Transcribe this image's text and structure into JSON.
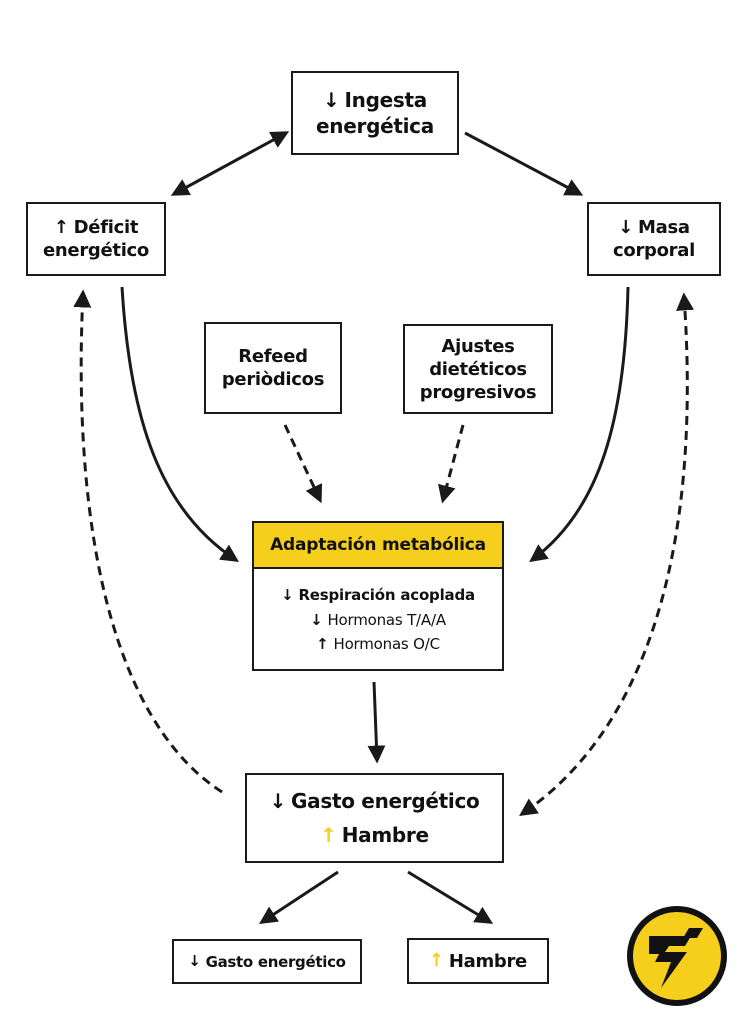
{
  "colors": {
    "accent": "#F6CE1C",
    "ink": "#1a1a1a",
    "up_arrow_yellow": "#F6CE1C"
  },
  "arrows": {
    "down": "↓",
    "up": "↑"
  },
  "nodes": {
    "ingesta": {
      "line1": "Ingesta",
      "line2": "energética",
      "direction": "down"
    },
    "deficit": {
      "line1": "Déficit",
      "line2": "energético",
      "direction": "up"
    },
    "masa": {
      "line1": "Masa",
      "line2": "corporal",
      "direction": "down"
    },
    "refeed": {
      "line1": "Refeed",
      "line2": "periòdicos"
    },
    "ajustes": {
      "line1": "Ajustes",
      "line2": "dietéticos",
      "line3": "progresivos"
    },
    "adaptacion": {
      "title": "Adaptación metabólica",
      "items": [
        {
          "direction": "down",
          "label": "Respiración acoplada"
        },
        {
          "direction": "down",
          "label": "Hormonas T/A/A"
        },
        {
          "direction": "up",
          "label": "Hormonas O/C"
        }
      ]
    },
    "gasto_hambre": {
      "gasto": {
        "direction": "down",
        "label": "Gasto energético"
      },
      "hambre": {
        "direction": "up",
        "label": "Hambre"
      }
    },
    "gasto_small": {
      "direction": "down",
      "label": "Gasto energético"
    },
    "hambre_small": {
      "direction": "up",
      "label": "Hambre"
    }
  },
  "logo": {
    "icon": "lightning-bolt-icon",
    "background": "#F6CE1C",
    "ring": "#111111"
  }
}
